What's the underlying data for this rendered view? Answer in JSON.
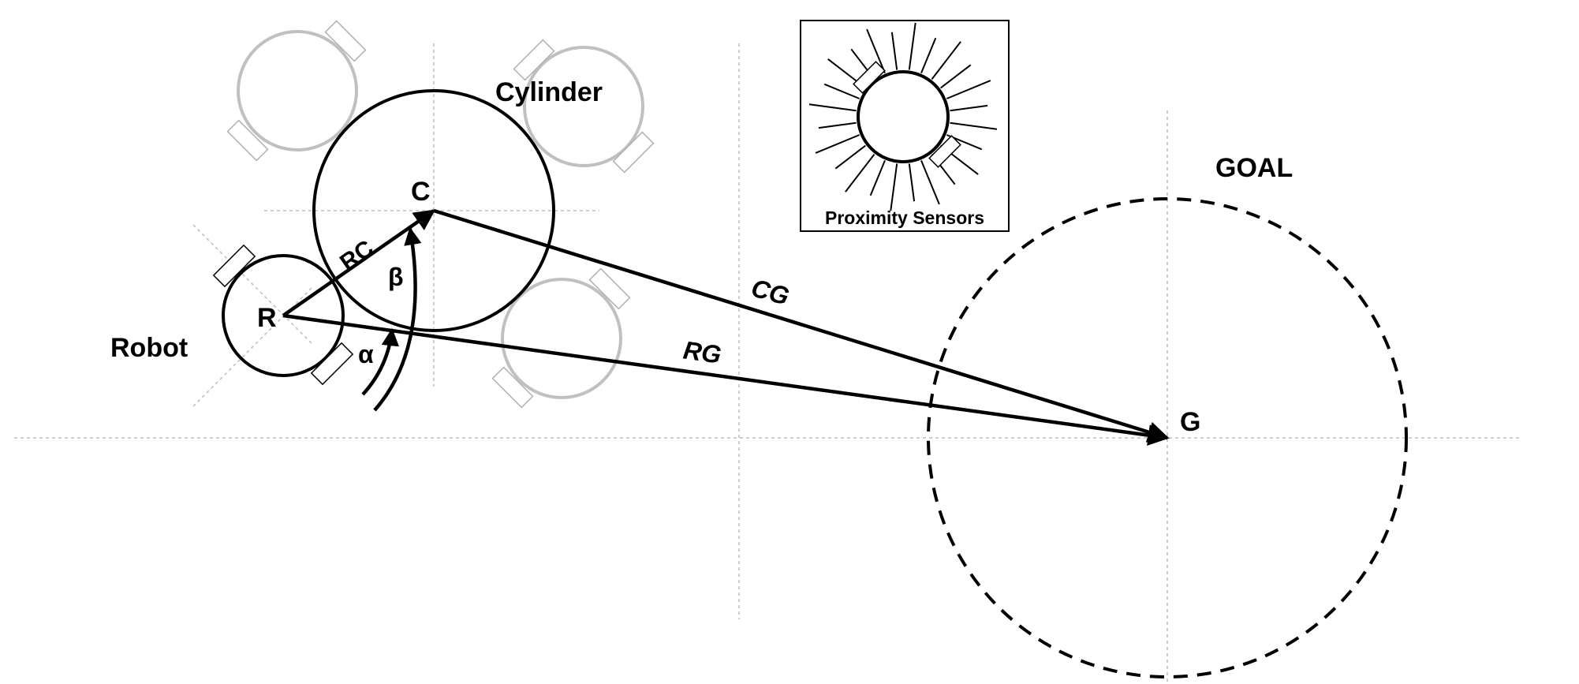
{
  "labels": {
    "cylinder": "Cylinder",
    "robot": "Robot",
    "goal": "GOAL",
    "proximity_sensors": "Proximity Sensors",
    "point_r": "R",
    "point_c": "C",
    "point_g": "G",
    "vector_rc": "RC",
    "vector_cg": "CG",
    "vector_rg": "RG",
    "angle_alpha": "α",
    "angle_beta": "β"
  },
  "colors": {
    "stroke": "#000000",
    "ghost": "#c0c0c0",
    "guide": "#bdbdbd"
  }
}
